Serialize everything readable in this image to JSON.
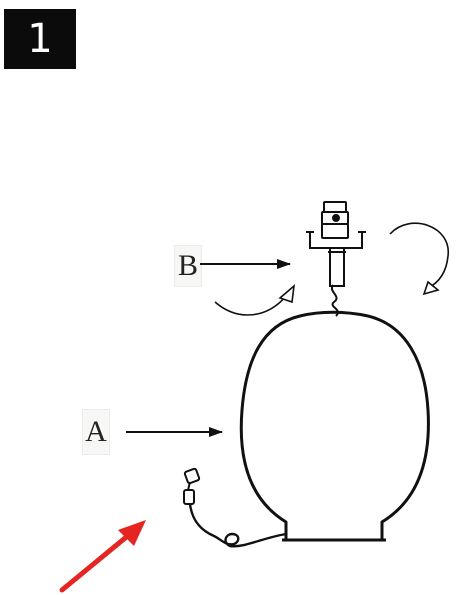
{
  "step": {
    "number": "1"
  },
  "parts": {
    "a_label": "A",
    "b_label": "B"
  },
  "colors": {
    "badge_bg": "#0b0b0b",
    "ink": "#111111",
    "pointer": "#e52521"
  },
  "icons": [
    "lamp-base-icon",
    "socket-harp-assembly-icon",
    "power-plug-icon",
    "rotate-arrow-icon",
    "pointer-arrow-icon"
  ]
}
